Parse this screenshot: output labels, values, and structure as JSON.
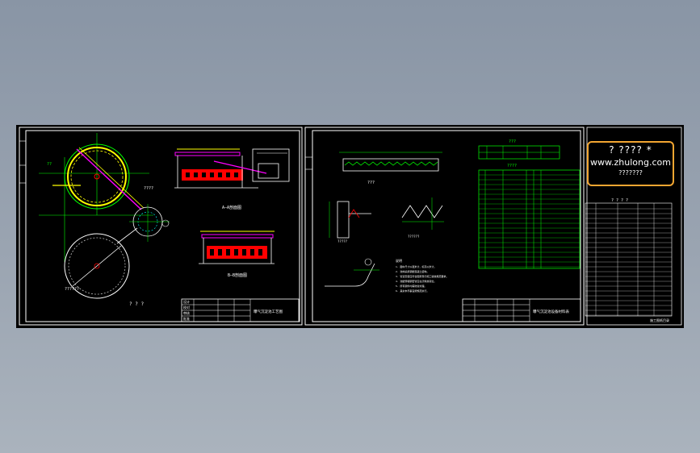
{
  "sheet1": {
    "plan_title": "??????",
    "plan_scale": "? ? ?",
    "section_a_label": "A—A剖面图",
    "section_b_label": "B—B剖面图",
    "title_block": [
      "设计",
      "校对",
      "审核",
      "批准"
    ],
    "drawing_name": "曝气沉淀池工艺图"
  },
  "sheet2": {
    "table1_title": "???",
    "table2_title": "????",
    "detail1_label": "???",
    "detail2_label": "?????",
    "detail3_label": "??????",
    "notes_title": "说明",
    "notes": [
      "1. 图中尺寸以毫米计，标高以米计。",
      "2. 池体采用钢筋混凝土结构。",
      "3. 管道安装应符合国家现行施工验收规范要求。",
      "4. 池壁预埋钢套管应在浇筑前就位。",
      "5. 所有钢件均需防腐处理。",
      "6. 其余未尽事宜按规范执行。"
    ],
    "drawing_name": "曝气沉淀池设备材料表"
  },
  "watermark": {
    "line1": "? ???? *",
    "line2": "www.zhulong.com",
    "line3": "???????"
  },
  "right_panel": {
    "header": "? ? ? ?",
    "footer": "施工图纸目录"
  },
  "colors": {
    "cad_background": "#000000",
    "frame": "#ffffff",
    "drawing_green": "#00ff00",
    "drawing_yellow": "#ffff00",
    "drawing_red": "#ff0000",
    "drawing_magenta": "#ff00ff",
    "drawing_cyan": "#00ffff",
    "watermark_border": "#f2a531"
  }
}
